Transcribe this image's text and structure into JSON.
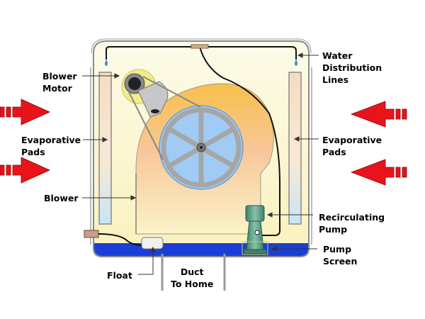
{
  "diagram": {
    "title": "Evaporative Cooler Cross-Section",
    "labels": {
      "blower_motor": "Blower\nMotor",
      "water_lines": "Water\nDistribution\nLines",
      "evap_pads_left": "Evaporative\nPads",
      "evap_pads_right": "Evaporative\nPads",
      "blower": "Blower",
      "recirc_pump": "Recirculating\nPump",
      "pump_screen": "Pump\nScreen",
      "float": "Float",
      "duct": "Duct\nTo Home"
    },
    "colors": {
      "arrow": "#e8141b",
      "water": "#1a3fd6",
      "housing_bg": "#fbf6cc",
      "blower_housing": "#f7c38a",
      "wheel_blue": "#9fcbf5",
      "pad": "#f4e1c4",
      "pump": "#5b9f86",
      "motor": "#f2ed8c"
    }
  }
}
